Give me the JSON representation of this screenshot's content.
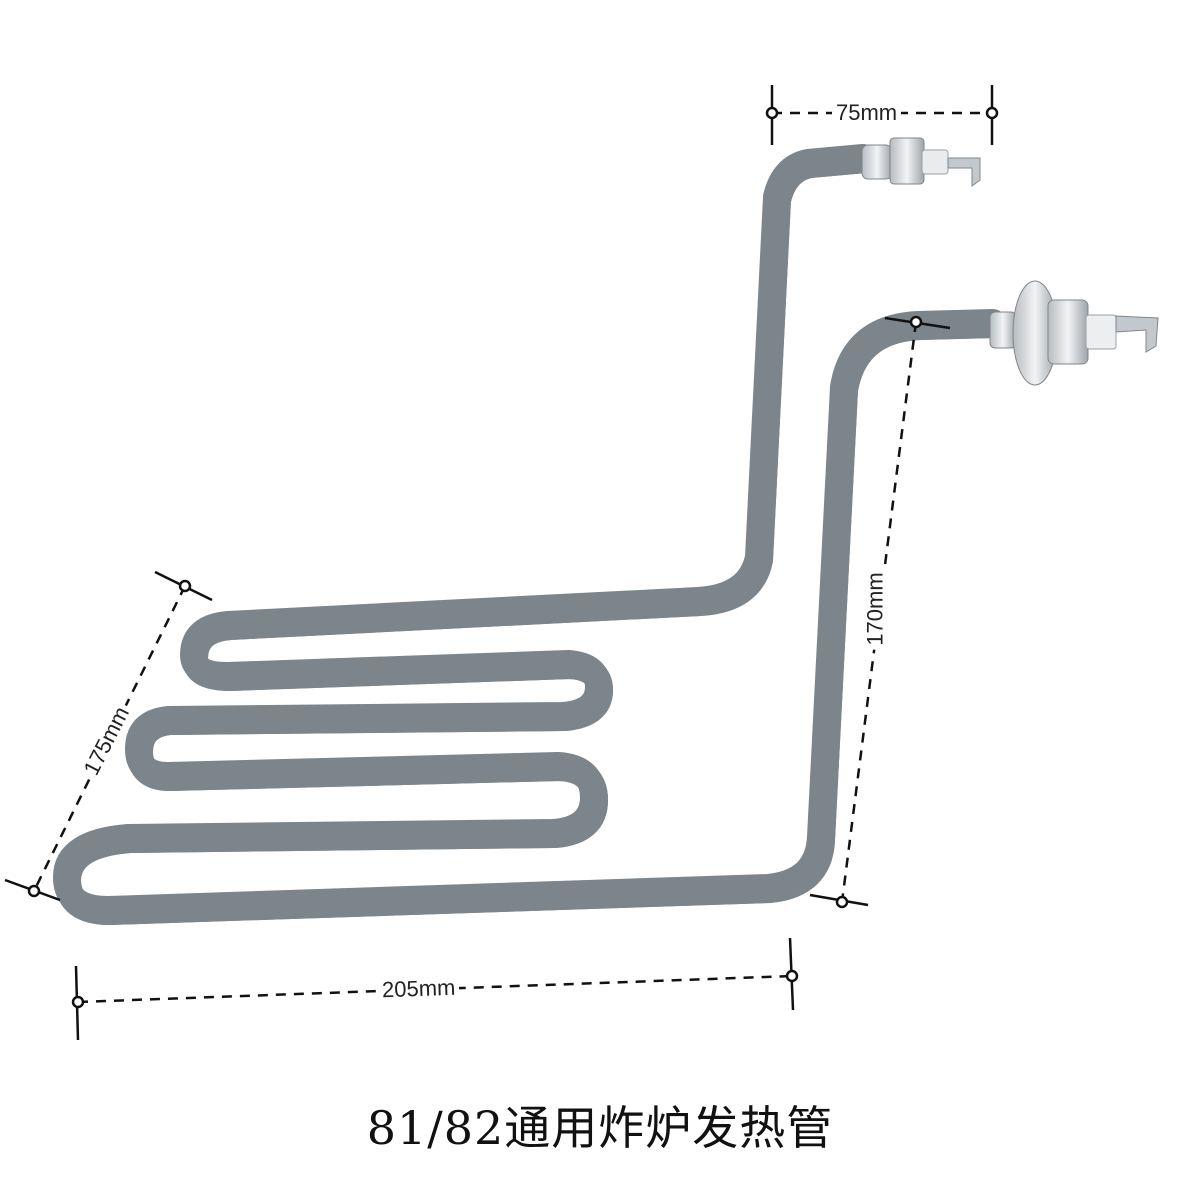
{
  "product_photo": {
    "subject": "heating-element",
    "caption": "81/82通用炸炉发热管"
  },
  "dimensions": {
    "top_width": "75mm",
    "vertical_height": "170mm",
    "coil_depth": "175mm",
    "base_width": "205mm"
  },
  "colors": {
    "tube_dark": "#7c858c",
    "tube_light": "#e6eaed",
    "dim_line": "#111111",
    "text": "#222222"
  }
}
